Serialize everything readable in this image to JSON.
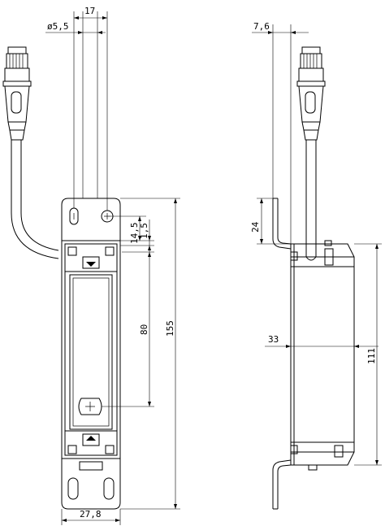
{
  "dimensions": {
    "d17": "17",
    "d5_5": "ø5,5",
    "d14_5": "14,5",
    "d1_5": "1,5",
    "d80": "80",
    "d155": "155",
    "d27_8": "27,8",
    "d7_6": "7,6",
    "d24": "24",
    "d33": "33",
    "d111": "111"
  }
}
